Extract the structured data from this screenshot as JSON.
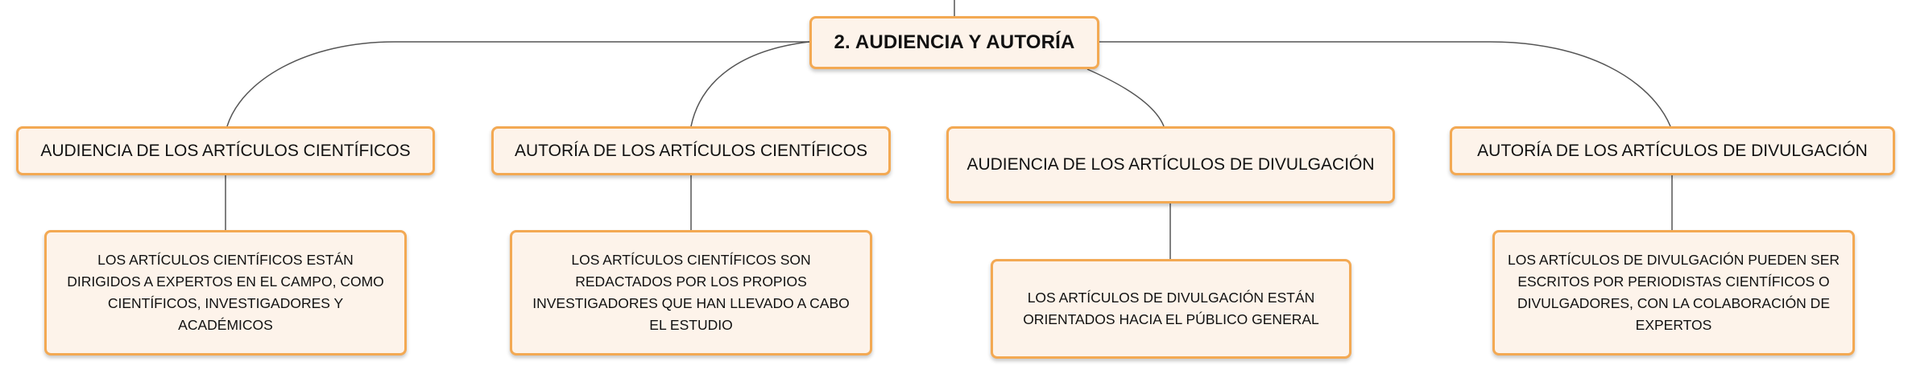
{
  "root": {
    "label": "2. AUDIENCIA Y AUTORÍA"
  },
  "branches": [
    {
      "topic": "AUDIENCIA DE LOS ARTÍCULOS CIENTÍFICOS",
      "detail": "LOS ARTÍCULOS CIENTÍFICOS ESTÁN DIRIGIDOS A EXPERTOS EN EL CAMPO, COMO CIENTÍFICOS, INVESTIGADORES Y ACADÉMICOS"
    },
    {
      "topic": "AUTORÍA DE LOS ARTÍCULOS CIENTÍFICOS",
      "detail": "LOS ARTÍCULOS CIENTÍFICOS SON REDACTADOS POR LOS PROPIOS INVESTIGADORES QUE HAN LLEVADO A CABO EL ESTUDIO"
    },
    {
      "topic": "AUDIENCIA DE LOS ARTÍCULOS DE DIVULGACIÓN",
      "detail": "LOS ARTÍCULOS DE DIVULGACIÓN ESTÁN ORIENTADOS HACIA EL PÚBLICO GENERAL"
    },
    {
      "topic": "AUTORÍA DE LOS ARTÍCULOS DE DIVULGACIÓN",
      "detail": "LOS ARTÍCULOS DE DIVULGACIÓN PUEDEN SER ESCRITOS POR PERIODISTAS CIENTÍFICOS O DIVULGADORES, CON LA COLABORACIÓN DE EXPERTOS"
    }
  ],
  "colors": {
    "node_fill": "#fdf3ea",
    "node_border": "#f3a953",
    "connector": "#555555",
    "text": "#111111"
  }
}
